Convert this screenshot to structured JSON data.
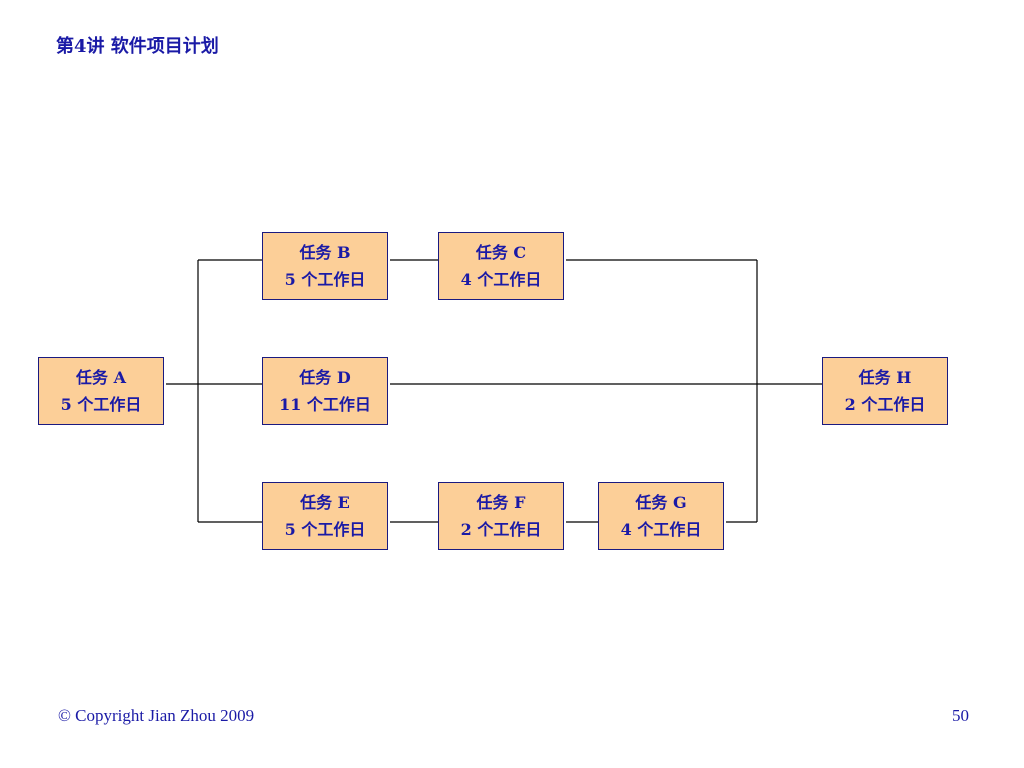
{
  "slide": {
    "title": "第4讲 软件项目计划"
  },
  "tasks": {
    "A": {
      "name": "任务 A",
      "duration": "5 个工作日"
    },
    "B": {
      "name": "任务 B",
      "duration": "5 个工作日"
    },
    "C": {
      "name": "任务 C",
      "duration": "4 个工作日"
    },
    "D": {
      "name": "任务 D",
      "duration": "11 个工作日"
    },
    "E": {
      "name": "任务 E",
      "duration": "5 个工作日"
    },
    "F": {
      "name": "任务 F",
      "duration": "2 个工作日"
    },
    "G": {
      "name": "任务 G",
      "duration": "4 个工作日"
    },
    "H": {
      "name": "任务 H",
      "duration": "2 个工作日"
    }
  },
  "dependencies": [
    [
      "A",
      "B"
    ],
    [
      "A",
      "D"
    ],
    [
      "A",
      "E"
    ],
    [
      "B",
      "C"
    ],
    [
      "E",
      "F"
    ],
    [
      "F",
      "G"
    ],
    [
      "C",
      "H"
    ],
    [
      "D",
      "H"
    ],
    [
      "G",
      "H"
    ]
  ],
  "footer": {
    "copyright": "© Copyright Jian Zhou 2009",
    "page_number": "50"
  },
  "colors": {
    "text": "#1a1aa6",
    "box_fill": "#fccf98",
    "box_border": "#1a1a80",
    "line": "#000000"
  }
}
